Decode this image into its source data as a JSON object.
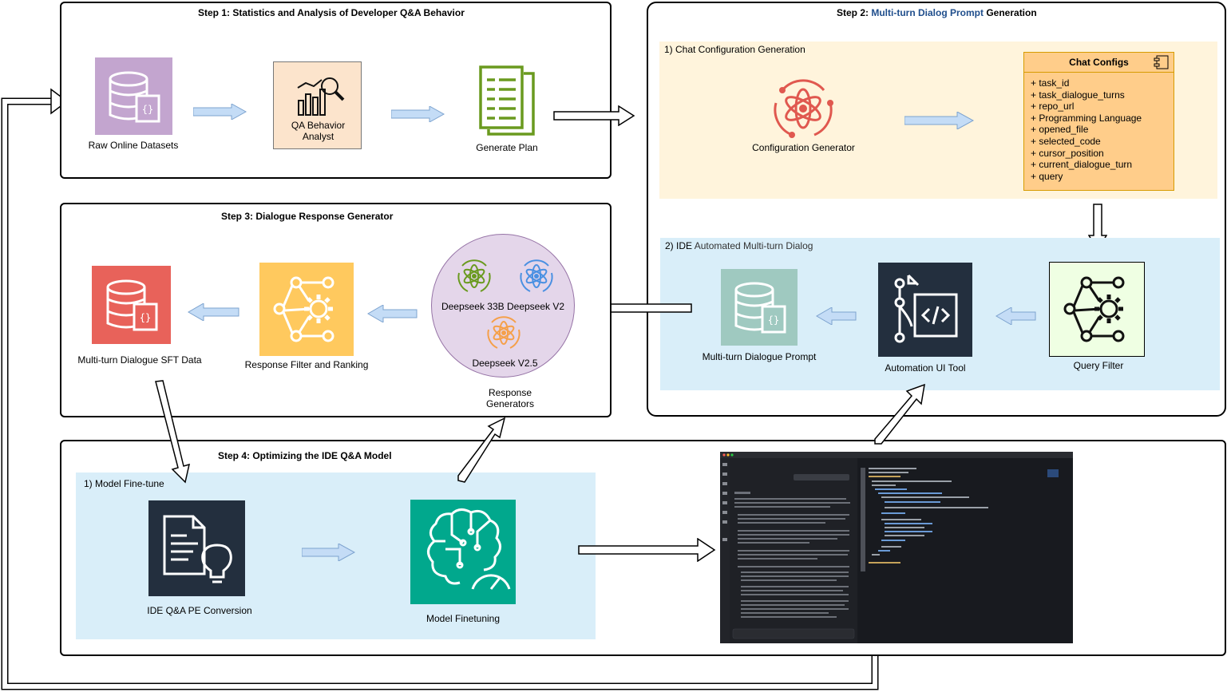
{
  "step1": {
    "title": "Step 1: Statistics and Analysis of Developer Q&A Behavior",
    "raw_datasets": "Raw Online Datasets",
    "qa_analyst_line1": "QA Behavior",
    "qa_analyst_line2": "Analyst",
    "generate_plan": "Generate Plan"
  },
  "step2": {
    "title_prefix": "Step 2: ",
    "title_highlight": "Multi-turn Dialog Prompt",
    "title_suffix": " Generation",
    "chat_config_section": "1) Chat Configuration Generation",
    "config_generator": "Configuration Generator",
    "chat_configs_title": "Chat Configs",
    "chat_configs_fields": [
      "+ task_id",
      "+ task_dialogue_turns",
      "+ repo_url",
      "+ Programming Language",
      "+ opened_file",
      "+ selected_code",
      "+ cursor_position",
      "+ current_dialogue_turn",
      "+ query"
    ],
    "ide_section_prefix": "2) IDE ",
    "ide_section_suffix": "Automated Multi-turn Dialog",
    "multi_turn_prompt": "Multi-turn Dialogue Prompt",
    "automation_ui_tool": "Automation UI Tool",
    "query_filter": "Query Filter"
  },
  "step3": {
    "title": "Step 3: Dialogue Response Generator",
    "sft_data": "Multi-turn Dialogue SFT Data",
    "response_filter": "Response Filter and Ranking",
    "models_line": "Deepseek 33B Deepseek V2",
    "model_v25": "Deepseek V2.5",
    "response_generators_line1": "Response",
    "response_generators_line2": "Generators"
  },
  "step4": {
    "title": "Step 4: Optimizing the IDE Q&A Model",
    "fine_tune_section": "1) Model Fine-tune",
    "pe_conversion": "IDE Q&A PE Conversion",
    "model_finetuning": "Model Finetuning"
  },
  "colors": {
    "purple_tile": "#c3a5cf",
    "qa_tile_bg": "#fce4cc",
    "green_icon": "#6a9a1f",
    "config_section_bg": "#fff4dc",
    "chat_configs_bg": "#ffcd8a",
    "ide_section_bg": "#d9eef9",
    "teal_tile": "#9fc9c0",
    "dark_tile": "#232f3e",
    "query_filter_bg": "#efffe3",
    "red_tile": "#e8625a",
    "yellow_tile": "#ffc95e",
    "generators_circle": "#e4d6ea",
    "finetune_tile": "#01a88d",
    "blue_arrow": "#c4dcf6"
  },
  "icons": [
    "database-icon",
    "analytics-magnifier-icon",
    "document-list-icon",
    "atom-cycle-icon",
    "component-icon",
    "neural-network-gear-icon",
    "automation-code-icon",
    "brain-circuit-icon",
    "document-lightbulb-icon",
    "ide-screenshot"
  ]
}
